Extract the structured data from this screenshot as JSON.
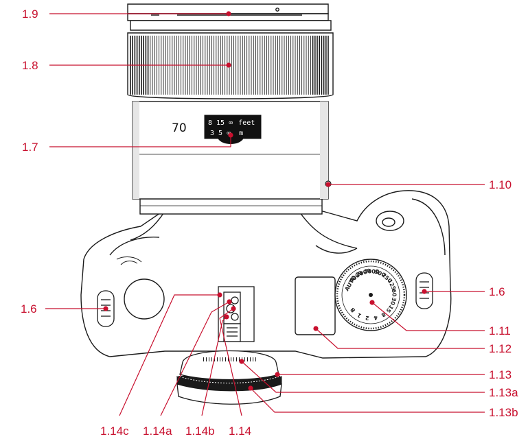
{
  "lens": {
    "focal_length": "70",
    "scale_feet_values": "8 15 ∞",
    "scale_feet_unit": "feet",
    "scale_m_values": "3 5 ∞",
    "scale_m_unit": "m"
  },
  "shutter_dial": {
    "speeds": [
      "AUTO",
      "4000",
      "2000",
      "1000",
      "500",
      "250",
      "125",
      "60",
      "30",
      "15",
      "8",
      "4",
      "2",
      "1",
      "B"
    ]
  },
  "callouts": {
    "c1_9": "1.9",
    "c1_8": "1.8",
    "c1_7": "1.7",
    "c1_10": "1.10",
    "c1_6_left": "1.6",
    "c1_6_right": "1.6",
    "c1_11": "1.11",
    "c1_12": "1.12",
    "c1_13": "1.13",
    "c1_13a": "1.13a",
    "c1_13b": "1.13b",
    "c1_14c": "1.14c",
    "c1_14a": "1.14a",
    "c1_14b": "1.14b",
    "c1_14": "1.14"
  },
  "colors": {
    "callout": "#c8102e",
    "outline": "#1a1a1a"
  }
}
